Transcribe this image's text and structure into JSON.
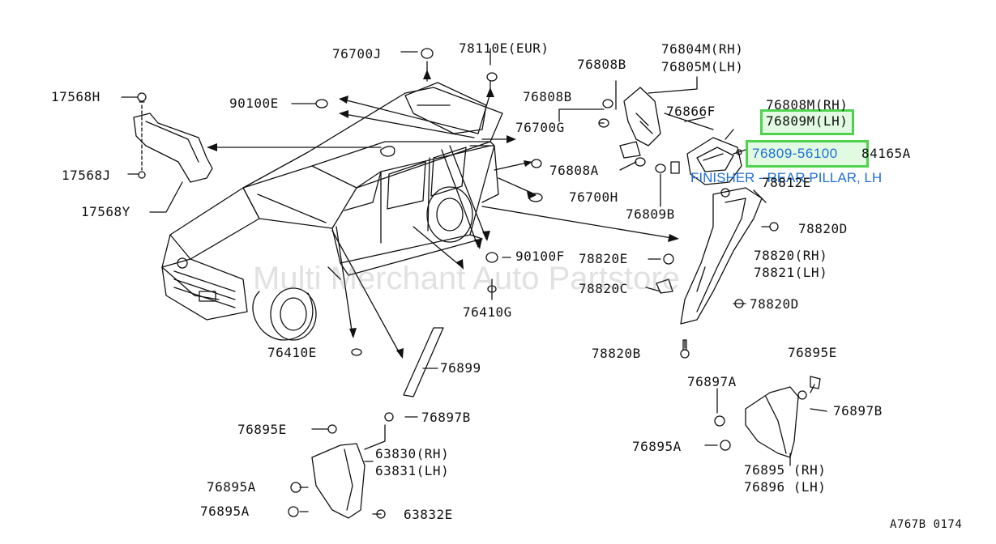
{
  "diagram_ref": "A767B 0174",
  "watermark": "Multi Merchant Auto Partstore",
  "colors": {
    "highlight": "#4fd34f",
    "callout": "#1f6fd6",
    "line": "#111111"
  },
  "highlight": {
    "part_upper": "76809M(LH)",
    "part_lower": "76809-56100",
    "callout": "FINISHER - REAR PILLAR, LH"
  },
  "labels": {
    "l76700J": "76700J",
    "l78110E": "78110E(EUR)",
    "l76808B_a": "76808B",
    "l76804M": "76804M(RH)",
    "l76805M": "76805M(LH)",
    "l17568H": "17568H",
    "l90100E": "90100E",
    "l76808B_b": "76808B",
    "l76866F": "76866F",
    "l76808M": "76808M(RH)",
    "l76700G": "76700G",
    "l84165A": "84165A",
    "l17568J": "17568J",
    "l76808A": "76808A",
    "l78812E": "78812E",
    "l17568Y": "17568Y",
    "l76700H": "76700H",
    "l76809B": "76809B",
    "l78820D_a": "78820D",
    "l90100F": "90100F",
    "l78820E": "78820E",
    "l78820RH": "78820(RH)",
    "l78821LH": "78821(LH)",
    "l78820C": "78820C",
    "l76410G": "76410G",
    "l78820D_b": "78820D",
    "l76410E": "76410E",
    "l78820B": "78820B",
    "l76895E_r": "76895E",
    "l76899": "76899",
    "l76897A": "76897A",
    "l76897B_l": "76897B",
    "l76897B_r": "76897B",
    "l76895E_l": "76895E",
    "l63830": "63830(RH)",
    "l63831": "63831(LH)",
    "l76895A_r": "76895A",
    "l76895RH": "76895 (RH)",
    "l76896LH": "76896 (LH)",
    "l76895A_l1": "76895A",
    "l76895A_l2": "76895A",
    "l63832E": "63832E"
  }
}
